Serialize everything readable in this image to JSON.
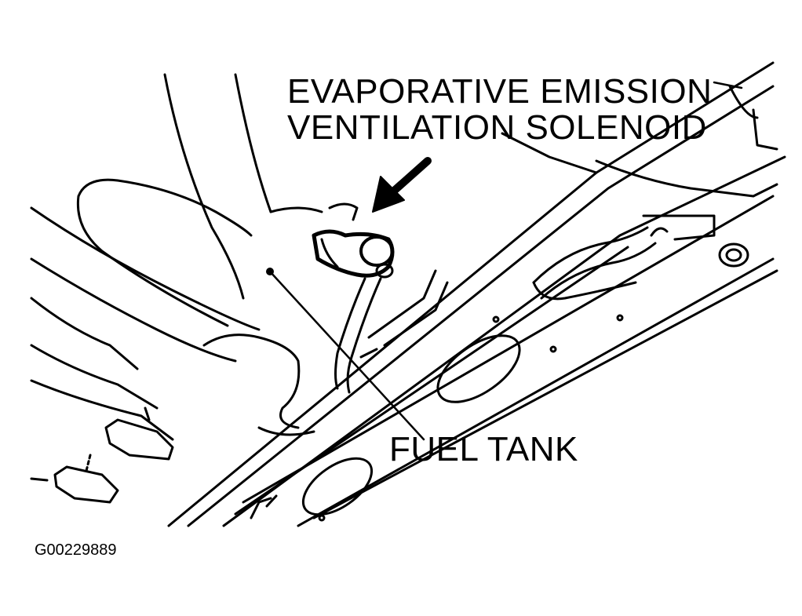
{
  "labels": {
    "solenoid_line1": "EVAPORATIVE EMISSION",
    "solenoid_line2": "VENTILATION SOLENOID",
    "fuel_tank": "FUEL TANK"
  },
  "figure_id": "G00229889",
  "colors": {
    "ink": "#000000",
    "paper": "#ffffff"
  }
}
